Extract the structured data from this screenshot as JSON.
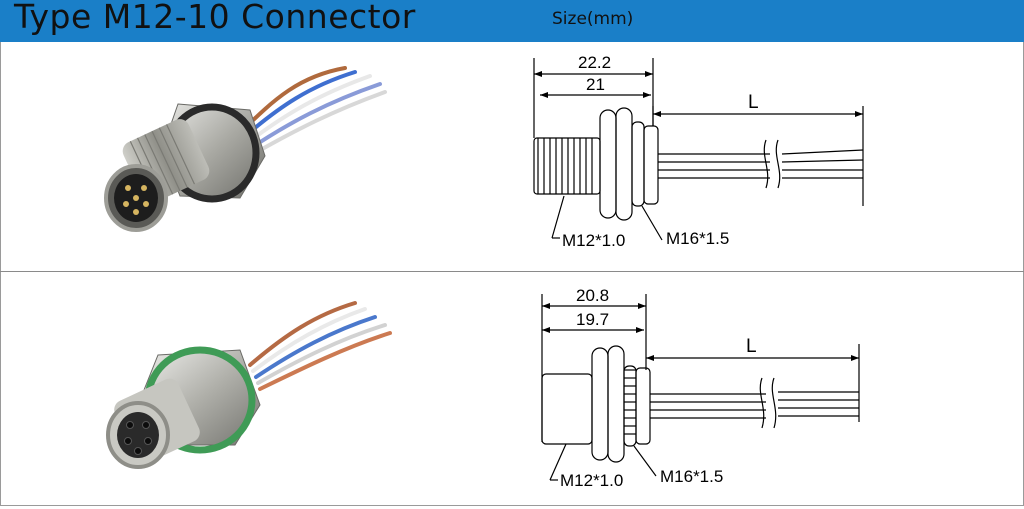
{
  "header": {
    "title": "Type M12-10 Connector",
    "size_label": "Size(mm)",
    "bg_color": "#1a7fc8"
  },
  "rows": [
    {
      "variant": "male",
      "dim_outer": "22.2",
      "dim_inner": "21",
      "dim_cable": "L",
      "thread_front": "M12*1.0",
      "thread_rear": "M16*1.5"
    },
    {
      "variant": "female",
      "dim_outer": "20.8",
      "dim_inner": "19.7",
      "dim_cable": "L",
      "thread_front": "M12*1.0",
      "thread_rear": "M16*1.5"
    }
  ]
}
